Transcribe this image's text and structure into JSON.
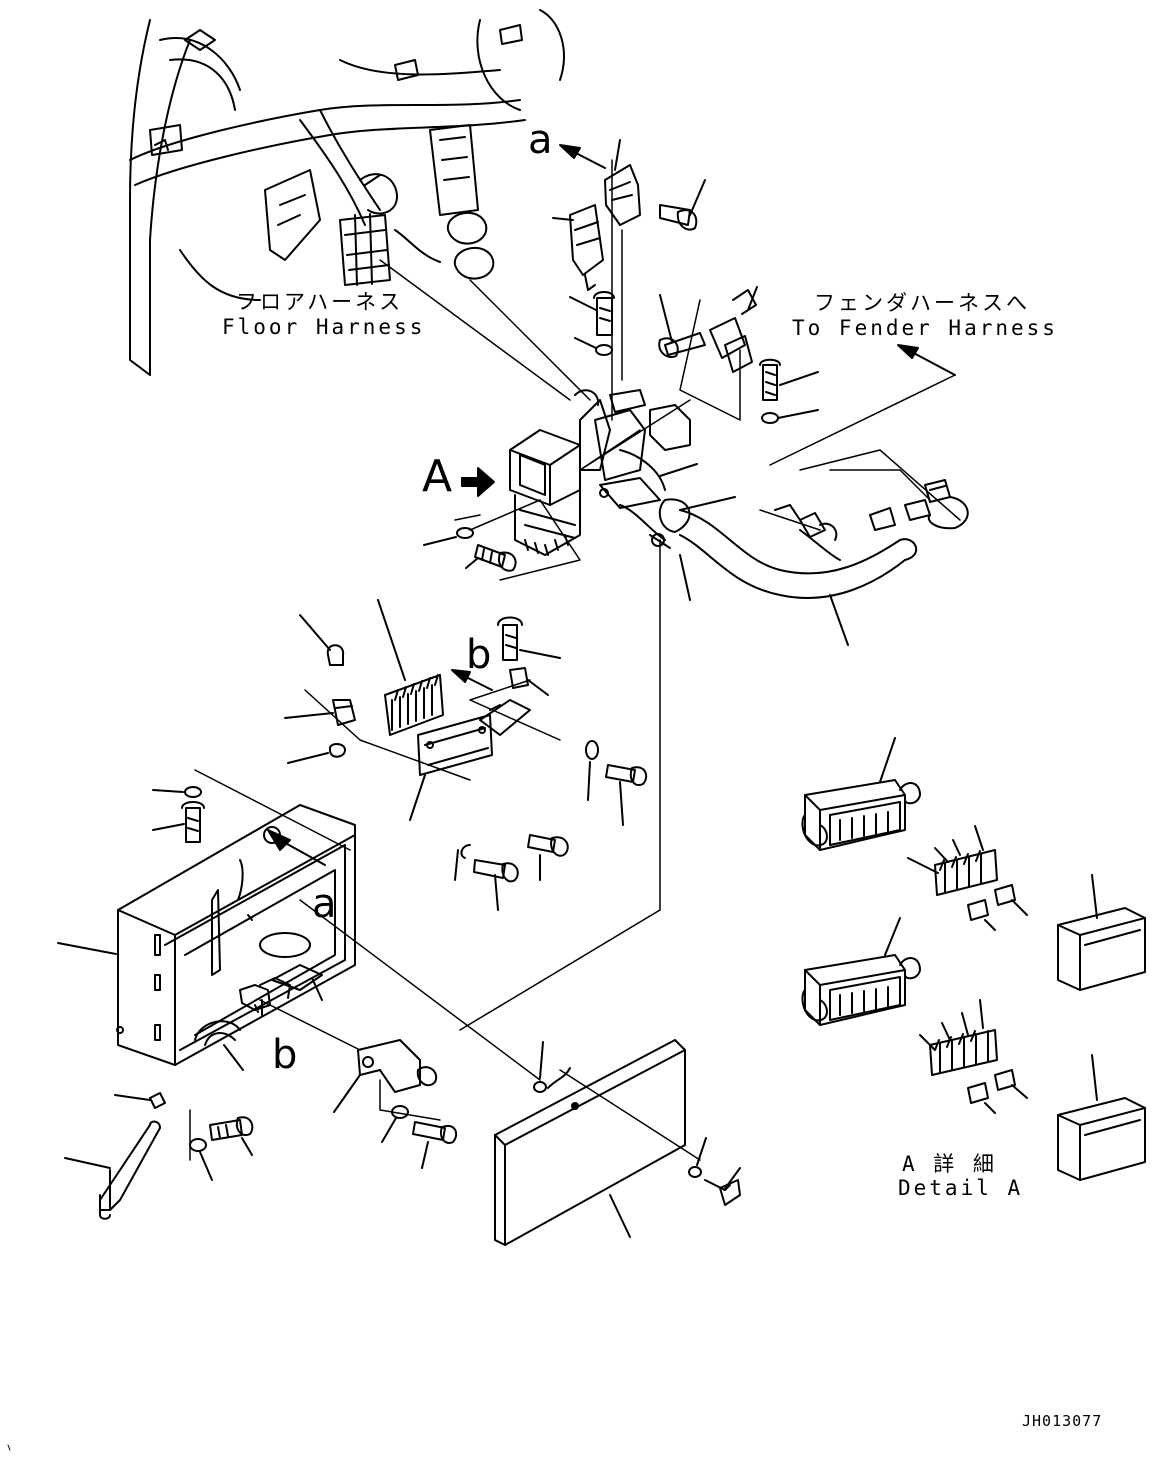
{
  "labels": {
    "floor_harness_jp": "フロアハーネス",
    "floor_harness_en": "Floor Harness",
    "fender_harness_jp": "フェンダハーネスへ",
    "fender_harness_en": "To Fender Harness",
    "view_a": "A",
    "ref_a_top": "a",
    "ref_a_box": "a",
    "ref_b_mid": "b",
    "ref_b_box": "b",
    "detail_a_jp": "A 詳 細",
    "detail_a_en": "Detail A",
    "drawing_code": "JH013077"
  }
}
